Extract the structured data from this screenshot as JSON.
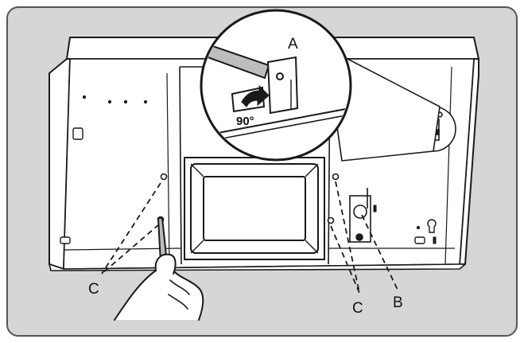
{
  "labels": {
    "a": "A",
    "b": "B",
    "c_left": "C",
    "c_right": "C",
    "angle": "90°"
  },
  "colors": {
    "panel_bg": "#d6d6d6",
    "panel_border": "#555555",
    "line": "#1a1a1a",
    "part_fill": "#ffffff",
    "rod_fill": "#bdbdbd"
  }
}
